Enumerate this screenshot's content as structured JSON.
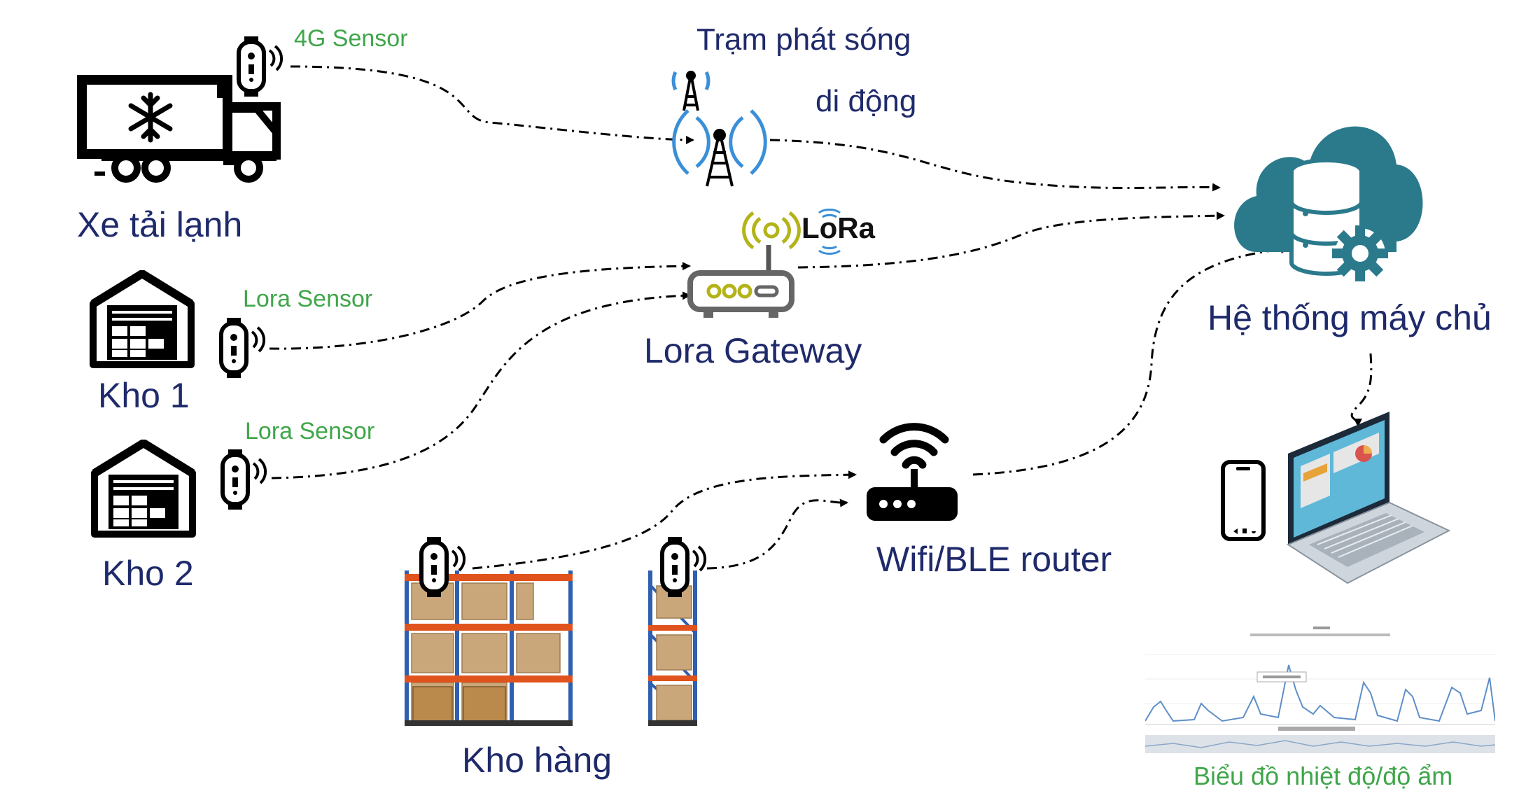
{
  "labels": {
    "truck": "Xe tải lạnh",
    "sensor_4g": "4G Sensor",
    "tower_line1": "Trạm phát sóng",
    "tower_line2": "di động",
    "lora_logo": "LoRa",
    "lora_gateway": "Lora Gateway",
    "lora_sensor_1": "Lora Sensor",
    "lora_sensor_2": "Lora Sensor",
    "kho1": "Kho 1",
    "kho2": "Kho 2",
    "kho_hang": "Kho hàng",
    "wifi_router": "Wifi/BLE router",
    "server": "Hệ thống máy chủ",
    "chart_caption": "Biểu đồ nhiệt độ/độ ẩm"
  },
  "colors": {
    "label_dark": "#1f2a6b",
    "label_green": "#3fa64a",
    "cloud": "#2b7a8c",
    "signal_blue": "#3a8fd8",
    "lora_olive": "#b3b31a",
    "rack_orange": "#e0531d",
    "rack_blue": "#2f5fb0",
    "box_tan": "#c9a77a"
  },
  "icons": [
    "truck-icon",
    "snowflake-icon",
    "warehouse-icon",
    "sensor-icon",
    "cell-tower-icon",
    "lora-gateway-icon",
    "wifi-router-icon",
    "cloud-server-icon",
    "gear-icon",
    "laptop-icon",
    "phone-icon",
    "warehouse-rack-icon",
    "mini-chart-icon"
  ]
}
